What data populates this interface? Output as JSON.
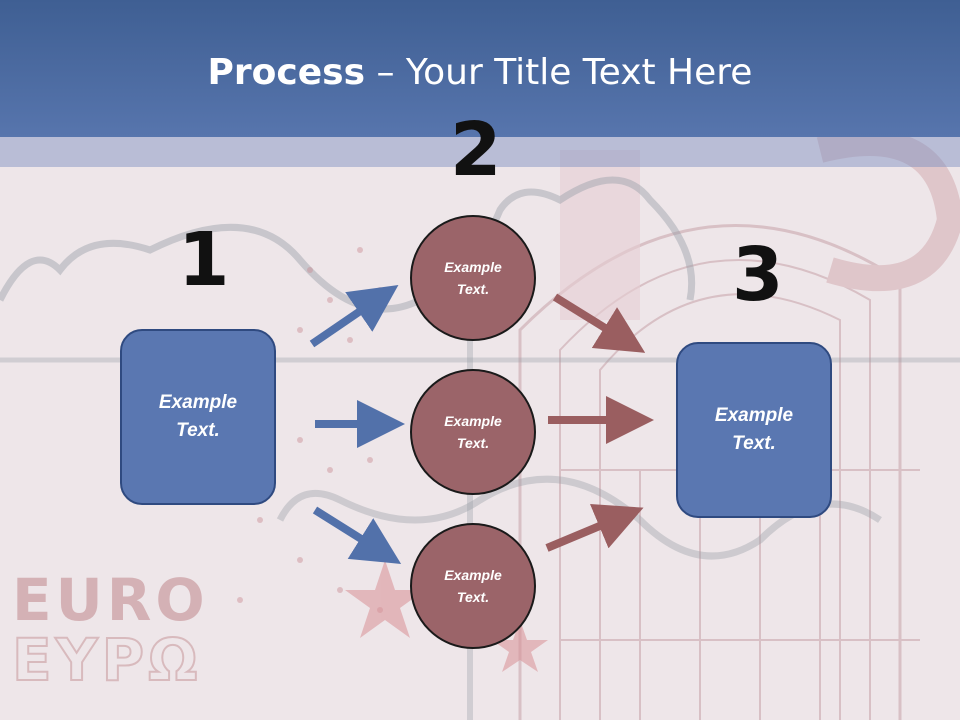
{
  "title": {
    "bold": "Process",
    "rest": " – Your Title Text Here"
  },
  "steps": {
    "n1": "1",
    "n2": "2",
    "n3": "3"
  },
  "boxes": {
    "left": "Example\nText.",
    "right": "Example\nText."
  },
  "circles": [
    "Example\nText.",
    "Example\nText.",
    "Example\nText."
  ],
  "colors": {
    "header": "#4d6ba3",
    "box": "#5a77b1",
    "circle": "#9b6469",
    "arrow_blue": "#5271aa",
    "arrow_red": "#9a5e60"
  },
  "background": {
    "word_1": "EURO",
    "word_2": "ΕΥΡΩ"
  }
}
